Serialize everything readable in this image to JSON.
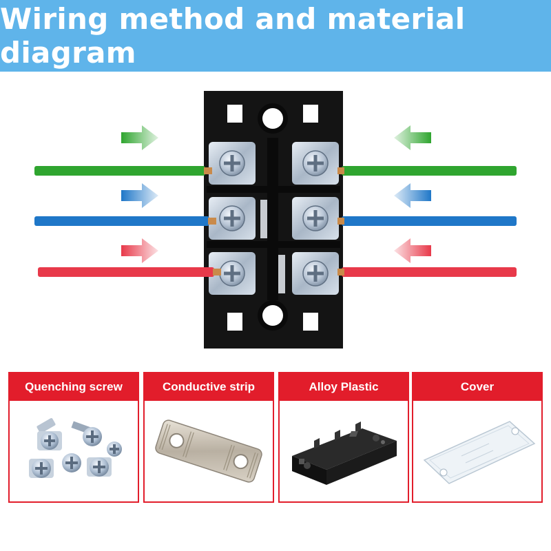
{
  "title": "Wiring method and material diagram",
  "colors": {
    "banner": "#5fb4ea",
    "accent_red": "#e21d2b",
    "wire_green": "#2fa52f",
    "wire_blue": "#1f77c8",
    "wire_red": "#e8394a",
    "block_black": "#141414"
  },
  "wires": [
    "green",
    "blue",
    "red"
  ],
  "materials": [
    {
      "label": "Quenching screw",
      "icon": "screw-pile-icon"
    },
    {
      "label": "Conductive strip",
      "icon": "metal-strip-icon"
    },
    {
      "label": "Alloy Plastic",
      "icon": "plastic-block-icon"
    },
    {
      "label": "Cover",
      "icon": "transparent-cover-icon"
    }
  ]
}
